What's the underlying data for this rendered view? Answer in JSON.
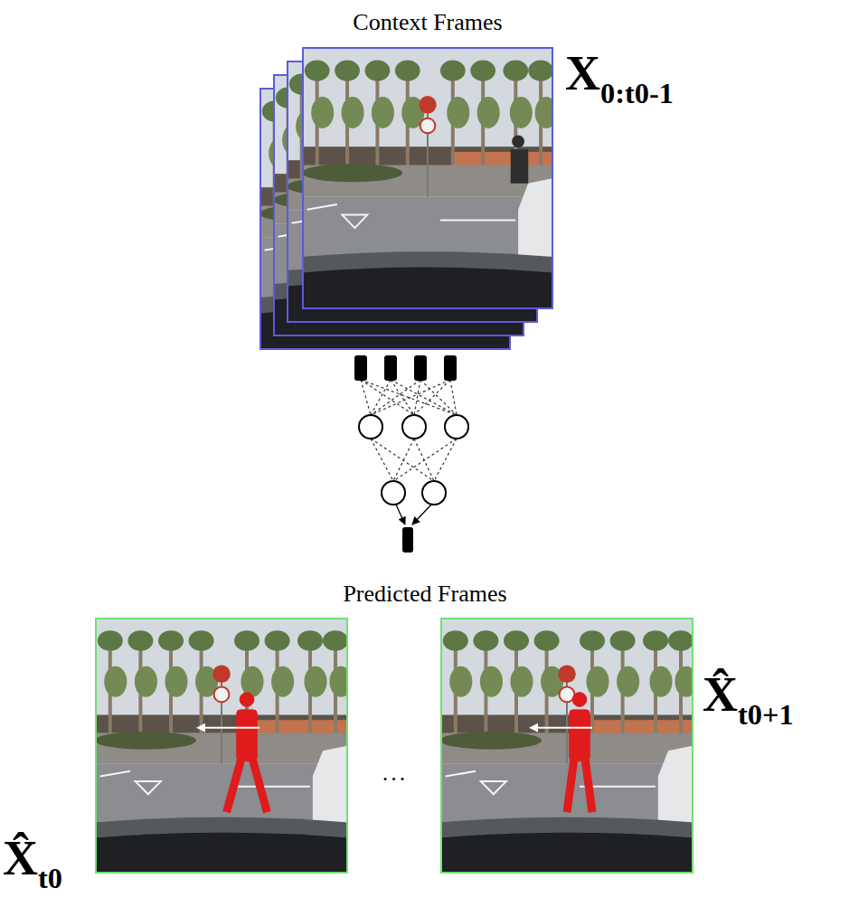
{
  "diagram": {
    "nodes": [
      {
        "text": [
          "Context Frames",
          "X0:t0-1"
        ]
      },
      {
        "text": [
          "X̂t0"
        ]
      },
      {
        "text": [
          "X̂t0+1"
        ]
      }
    ],
    "labels": [
      "Predicted Frames",
      "..."
    ]
  }
}
